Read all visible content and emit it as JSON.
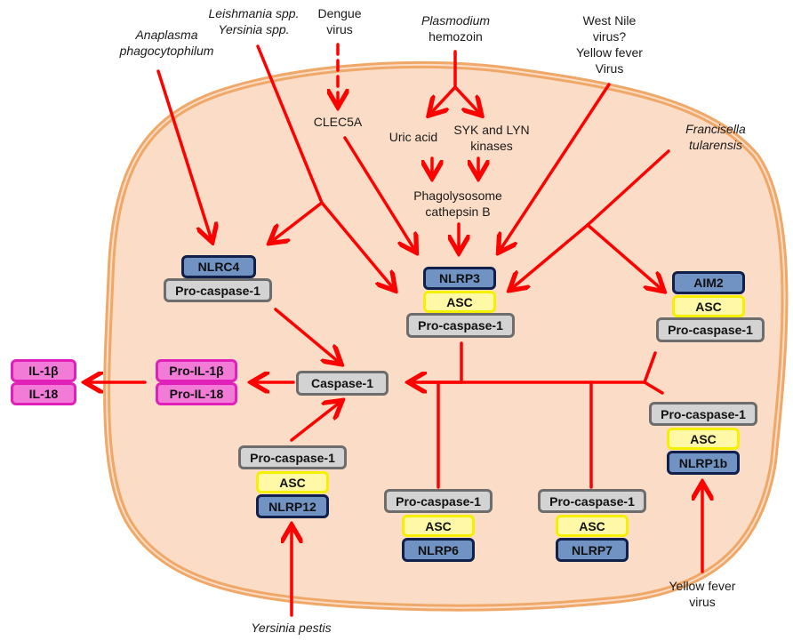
{
  "pathogens": {
    "anaplasma": [
      "Anaplasma",
      "phagocytophilum"
    ],
    "leishmania": "Leishmania spp.",
    "yersinia_spp": "Yersinia spp.",
    "dengue": [
      "Dengue",
      "virus"
    ],
    "plasmodium": "Plasmodium",
    "hemozoin": "hemozoin",
    "west_nile": [
      "West Nile",
      "virus?",
      "Yellow fever",
      "Virus"
    ],
    "francisella": [
      "Francisella",
      "tularensis"
    ],
    "yersinia_pestis": "Yersinia pestis",
    "yellow_fever_bottom": [
      "Yellow fever",
      "virus"
    ]
  },
  "intermediates": {
    "clec5a": "CLEC5A",
    "uric_acid": "Uric acid",
    "syk_lyn": [
      "SYK and LYN",
      "kinases"
    ],
    "phagolysosome": [
      "Phagolysosome",
      "cathepsin B"
    ]
  },
  "complexes": {
    "nlrc4": {
      "sensor": "NLRC4",
      "pro": "Pro-caspase-1"
    },
    "nlrp3": {
      "sensor": "NLRP3",
      "asc": "ASC",
      "pro": "Pro-caspase-1"
    },
    "aim2": {
      "sensor": "AIM2",
      "asc": "ASC",
      "pro": "Pro-caspase-1"
    },
    "nlrp1b": {
      "pro": "Pro-caspase-1",
      "asc": "ASC",
      "sensor": "NLRP1b"
    },
    "nlrp12": {
      "pro": "Pro-caspase-1",
      "asc": "ASC",
      "sensor": "NLRP12"
    },
    "nlrp6": {
      "pro": "Pro-caspase-1",
      "asc": "ASC",
      "sensor": "NLRP6"
    },
    "nlrp7": {
      "pro": "Pro-caspase-1",
      "asc": "ASC",
      "sensor": "NLRP7"
    }
  },
  "caspase": "Caspase-1",
  "pro_cytokines": [
    "Pro-IL-1β",
    "Pro-IL-18"
  ],
  "cytokines": [
    "IL-1β",
    "IL-18"
  ],
  "colors": {
    "cell_fill": "#fbdcc6",
    "cell_border": "#f0a868",
    "arrow": "#ff0000",
    "sensor": "#7193c4",
    "asc": "#fff8a6",
    "procaspase": "#d3d3d3",
    "cytokine": "#f27bd8"
  }
}
